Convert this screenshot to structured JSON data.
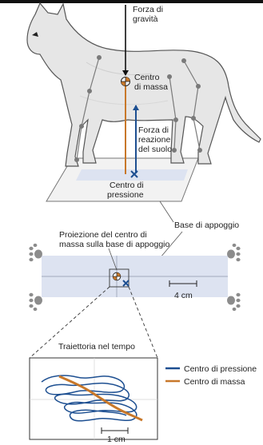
{
  "labels": {
    "gravity_force": [
      "Forza di",
      "gravità"
    ],
    "center_of_mass": [
      "Centro",
      "di massa"
    ],
    "ground_reaction_force": [
      "Forza di",
      "reazione",
      "del suolo"
    ],
    "center_of_pressure": [
      "Centro di",
      "pressione"
    ],
    "base_of_support": "Base di appoggio",
    "projection": [
      "Proiezione del centro di",
      "massa sulla base di appoggio"
    ],
    "scale_large": "4 cm",
    "trajectory_title": "Traiettoria nel tempo",
    "scale_small": "1 cm"
  },
  "legend": [
    {
      "label": "Centro di pressione",
      "color": "#1d4f91"
    },
    {
      "label": "Centro di massa",
      "color": "#c8782a"
    }
  ],
  "colors": {
    "pressure": "#1d4f91",
    "mass": "#c8782a",
    "gravity": "#111111",
    "cat_body": "#e6e6e6",
    "cat_outline": "#555555",
    "plate": "#f2f2f2",
    "support_area": "#dde3f1",
    "paw": "#8c8c8c"
  }
}
